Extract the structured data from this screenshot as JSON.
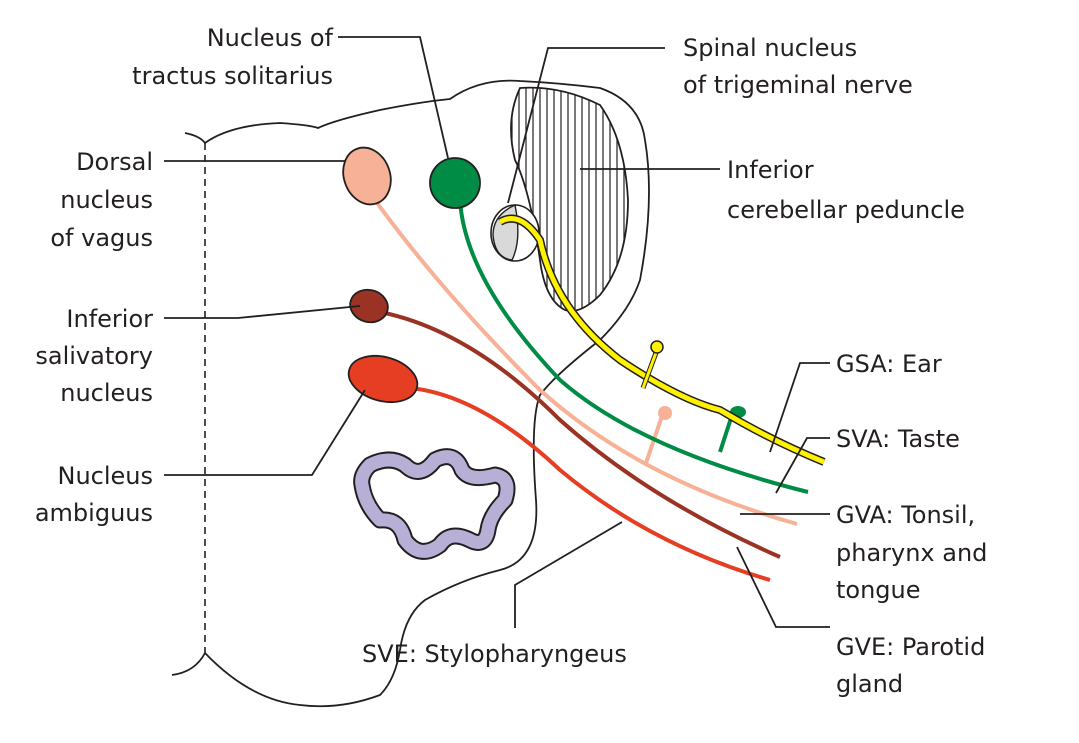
{
  "diagram": {
    "title": "Glossopharyngeal nerve nuclei and fibre components",
    "colors": {
      "dorsal_nucleus_vagus": "#f6b196",
      "nucleus_tractus_solitarius": "#008c45",
      "inferior_salivatory": "#9a3324",
      "nucleus_ambiguus": "#e63e23",
      "gsa_fibre": "#fff200",
      "olive": "#b7afd6",
      "spinal_trigeminal": "#d9d9d9",
      "outline": "#231f20"
    },
    "labels": {
      "nts_line1": "Nucleus of",
      "nts_line2": "tractus solitarius",
      "spinal_line1": "Spinal nucleus",
      "spinal_line2": "of trigeminal nerve",
      "icp_line1": "Inferior",
      "icp_line2": "cerebellar peduncle",
      "dnv_line1": "Dorsal",
      "dnv_line2": "nucleus",
      "dnv_line3": "of vagus",
      "isn_line1": "Inferior",
      "isn_line2": "salivatory",
      "isn_line3": "nucleus",
      "na_line1": "Nucleus",
      "na_line2": "ambiguus",
      "gsa": "GSA: Ear",
      "sva": "SVA: Taste",
      "gva_line1": "GVA: Tonsil,",
      "gva_line2": "pharynx and",
      "gva_line3": "tongue",
      "gve_line1": "GVE: Parotid",
      "gve_line2": "gland",
      "sve": "SVE: Stylopharyngeus"
    }
  }
}
